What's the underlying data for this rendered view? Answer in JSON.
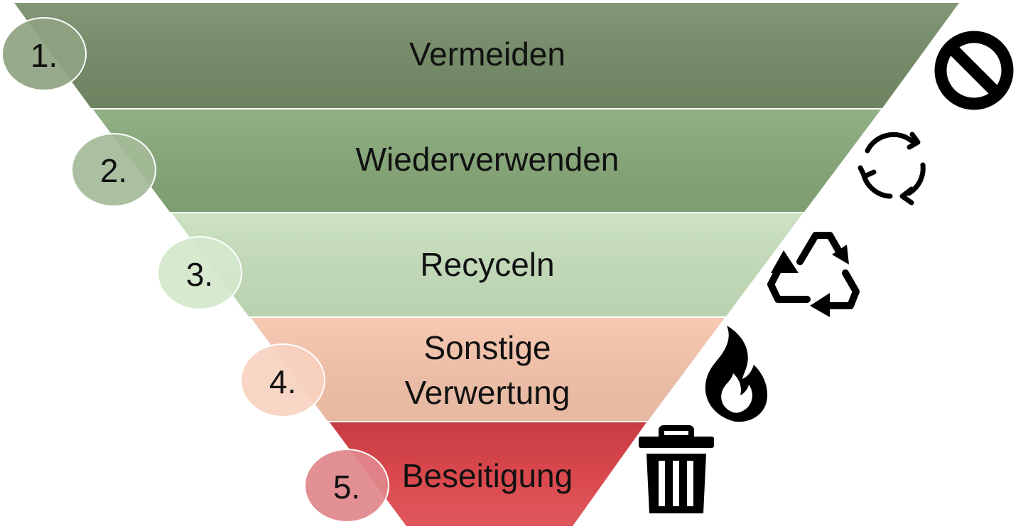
{
  "pyramid": {
    "levels": [
      {
        "number": "1.",
        "label_lines": [
          "Vermeiden"
        ],
        "color": "#758c67",
        "badge_color": "#8ea381",
        "icon": "prohibited-icon"
      },
      {
        "number": "2.",
        "label_lines": [
          "Wiederverwenden"
        ],
        "color": "#86a878",
        "badge_color": "#a4bb98",
        "icon": "cycle-arrows-icon"
      },
      {
        "number": "3.",
        "label_lines": [
          "Recyceln"
        ],
        "color": "#c7e0bd",
        "badge_color": "#d4e8cc",
        "icon": "recycle-icon"
      },
      {
        "number": "4.",
        "label_lines": [
          "Sonstige",
          "Verwertung"
        ],
        "color": "#f6c4ab",
        "badge_color": "#f7d2c0",
        "icon": "flame-icon"
      },
      {
        "number": "5.",
        "label_lines": [
          "Beseitigung"
        ],
        "color": "#d9484d",
        "badge_color": "#df878b",
        "icon": "trash-can-icon"
      }
    ]
  }
}
